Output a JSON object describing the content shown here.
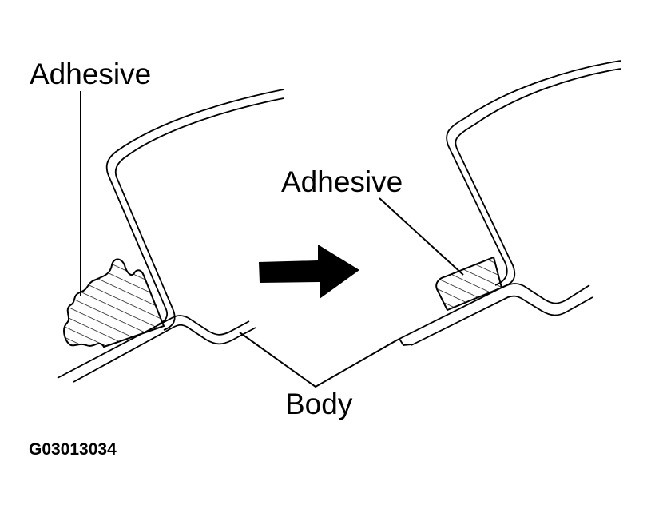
{
  "labels": {
    "adhesive_left": "Adhesive",
    "adhesive_right": "Adhesive",
    "body": "Body",
    "figure_code": "G03013034"
  },
  "icons": {
    "arrow": "arrow-right-icon"
  },
  "colors": {
    "ink": "#000000",
    "background": "#ffffff"
  }
}
